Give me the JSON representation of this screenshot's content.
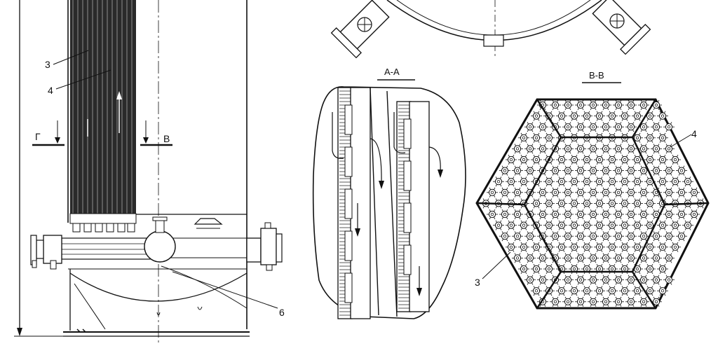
{
  "labels": {
    "section_aa": "A-A",
    "section_bb": "B-B",
    "cut_g": "Г",
    "cut_b": "В",
    "callout_3_left": "3",
    "callout_4_left": "4",
    "callout_6": "6",
    "callout_4_right": "4",
    "callout_3_right": "3"
  },
  "colors": {
    "ink": "#111111",
    "paper": "#ffffff",
    "tube_fill": "#2a2a2a"
  }
}
